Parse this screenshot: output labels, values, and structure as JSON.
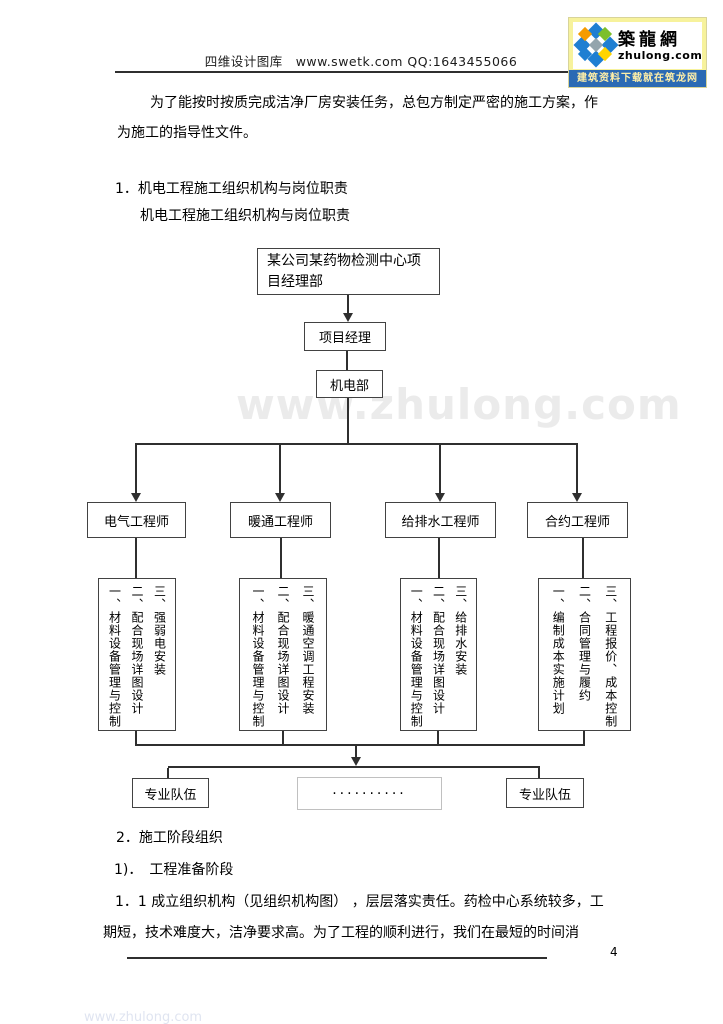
{
  "header": {
    "center_text": "四维设计图库　www.swetk.com QQ:1643455066",
    "logo": {
      "site_name": "築龍網",
      "site_domain": "zhulong.com",
      "banner_text": "建筑资料下载就在筑龙网"
    }
  },
  "watermark_text": "www.zhulong.com",
  "corner_fragment": "www.zhulong.com",
  "intro": {
    "line1": "为了能按时按质完成洁净厂房安装任务，总包方制定严密的施工方案，作",
    "line2": "为施工的指导性文件。"
  },
  "headings": {
    "h1": "1．机电工程施工组织机构与岗位职责",
    "h2": "机电工程施工组织机构与岗位职责"
  },
  "org_chart": {
    "root": "某公司某药物检测中心项目经理部",
    "level2": "项目经理",
    "level3": "机电部",
    "engineers": [
      {
        "title": "电气工程师",
        "duties": [
          "一、材料设备管理与控制",
          "二、配合现场详图设计",
          "三、强弱电安装"
        ]
      },
      {
        "title": "暖通工程师",
        "duties": [
          "一、材料设备管理与控制",
          "二、配合现场详图设计",
          "三、暖通空调工程安装"
        ]
      },
      {
        "title": "给排水工程师",
        "duties": [
          "一、材料设备管理与控制",
          "二、配合现场详图设计",
          "三、给排水安装"
        ]
      },
      {
        "title": "合约工程师",
        "duties": [
          "一、编制成本实施计划",
          "二、合同管理与履约",
          "三、工程报价、成本控制"
        ]
      }
    ],
    "teams": {
      "left": "专业队伍",
      "middle_dots": "··········",
      "right": "专业队伍"
    }
  },
  "sections": {
    "s2": "2．施工阶段组织",
    "s2_sub": "1)．　工程准备阶段",
    "p1": "1．1 成立组织机构（见组织机构图）  ，层层落实责任。药检中心系统较多，工",
    "p2": "期短，技术难度大，洁净要求高。为了工程的顺利进行，我们在最短的时间消"
  },
  "footer": {
    "page_number": "4"
  },
  "colors": {
    "line": "#2f2f2f",
    "box-border": "#424242",
    "watermark": "#ebebeb",
    "logo-yellow": "#f7f29c",
    "logo-blue": "#2b6ab4",
    "logo-banner-text": "#ffefa8",
    "pw-blue": "#1f7fd2",
    "pw-orange": "#f59b00",
    "pw-green": "#7cbf2a",
    "pw-yellow": "#ffd400",
    "pw-gray": "#93a5ad"
  }
}
